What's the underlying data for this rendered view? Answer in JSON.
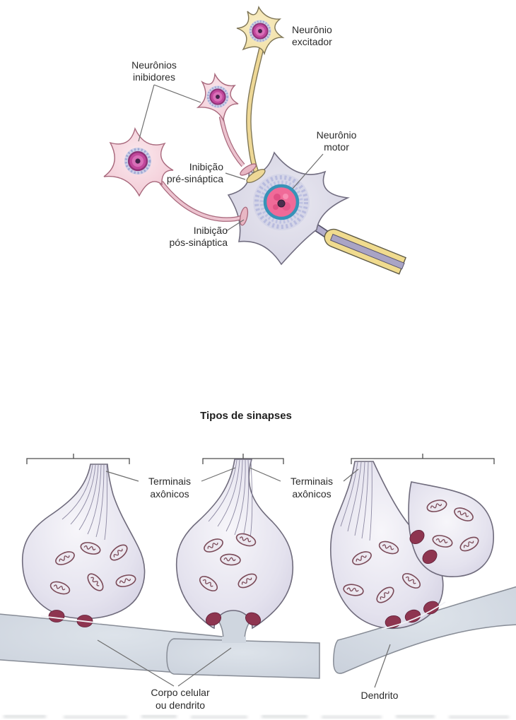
{
  "figure1": {
    "description": "neural inhibition diagram",
    "labels": {
      "excitatory": {
        "line1": "Neurônio",
        "line2": "excitador"
      },
      "inhibitory": {
        "line1": "Neurônios",
        "line2": "inibidores"
      },
      "motor": {
        "line1": "Neurônio",
        "line2": "motor"
      },
      "presynaptic": {
        "line1": "Inibição",
        "line2": "pré-sináptica"
      },
      "postsynaptic": {
        "line1": "Inibição",
        "line2": "pós-sináptica"
      }
    }
  },
  "figure2": {
    "title": "Tipos de sinapses",
    "labels": {
      "terminals_left": {
        "line1": "Terminais",
        "line2": "axônicos"
      },
      "terminals_right": {
        "line1": "Terminais",
        "line2": "axônicos"
      },
      "soma_dendrite": {
        "line1": "Corpo celular",
        "line2": "ou dendrito"
      },
      "dendrite": "Dendrito"
    }
  },
  "colors": {
    "excitatory_cell": "#f2e2a6",
    "inhibitory_cell": "#f5d2db",
    "motor_cell": "#d9d7e5",
    "axon_yellow": "#e9d28a",
    "axon_pink": "#e5b1c0",
    "synapse_terminal": "#e1dfeb",
    "membrane_band": "#cfd6df",
    "synaptic_density": "#8e3550",
    "nucleus_pink": "#ef6a98",
    "nissl_ring_teal": "#3793b8",
    "nucleolus": "#4a2e4e",
    "text": "#2b2b2b"
  }
}
